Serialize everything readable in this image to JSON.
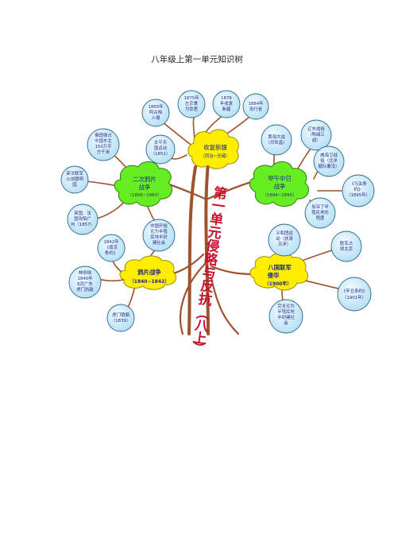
{
  "page": {
    "title": "八年级上第一单元知识树"
  },
  "trunk": {
    "title_chars": [
      "第",
      "一",
      "单",
      "元",
      "侵",
      "略",
      "与",
      "反",
      "抗",
      "（",
      "八",
      "上",
      "）"
    ]
  },
  "colors": {
    "branch": "#a0522d",
    "node_fill": "#c8e8f8",
    "node_stroke": "#2a6a8a",
    "green": "#66ee22",
    "yellow": "#ffee00",
    "trunk_text": "#c8102e"
  },
  "events": {
    "second_opium_war": {
      "lines": [
        "二次鸦片",
        "战争"
      ],
      "date": "（1856~1860）"
    },
    "xinjiang": {
      "lines": [
        "收复新疆"
      ],
      "date": "（同治~光绪）"
    },
    "sino_japanese_war": {
      "lines": [
        "甲午中日",
        "战争"
      ],
      "date": "（1894~1895）"
    },
    "opium_war": {
      "lines": [
        "鸦片战争"
      ],
      "date": "（1840~1842）"
    },
    "eight_nation": {
      "lines": [
        "八国联军",
        "侵华"
      ],
      "date": "（1900年）"
    }
  },
  "facts": {
    "burn_summer_palace": [
      "英法联军",
      "火烧圆明",
      "园"
    ],
    "russia_land": [
      "俄国侵占",
      "中国东北",
      "150万平",
      "方千米"
    ],
    "taiping": [
      "太平天",
      "国运动",
      "（1851）"
    ],
    "yakub_1865": [
      "1865年",
      "阿古柏",
      "入侵"
    ],
    "zuo_1875": [
      "1875年",
      "左宗棠",
      "为钦差"
    ],
    "recover_1876": [
      "1876",
      "年收复",
      "新疆"
    ],
    "province_1884": [
      "1884年",
      "设行省"
    ],
    "yellow_sea": [
      "黄海大战",
      "（邓世昌）"
    ],
    "liaodong": [
      "辽东战役",
      "（鸭绿江",
      "战）"
    ],
    "weihai": [
      "威海卫战",
      "役（北洋",
      "舰队覆没）"
    ],
    "shimonoseki": [
      "《马关条",
      "约》",
      "（1895年）"
    ],
    "deepened": [
      "加深了半",
      "殖民地化",
      "程度"
    ],
    "boxer": [
      "义和团运",
      "动（扶清",
      "灭洋）"
    ],
    "beijing": [
      "联军占",
      "领北京"
    ],
    "xinchou": [
      "《辛丑条约》",
      "（1901年）"
    ],
    "canton": [
      "英国、法",
      "国攻陷广",
      "州（1857）"
    ],
    "nanjing": [
      "1842年",
      "《南京",
      "条约》"
    ],
    "semi_colonial_1": [
      "中国开始",
      "沦为半殖",
      "民地半封",
      "建社会"
    ],
    "linzexu": [
      "林则徐",
      "1840年",
      "6月广东",
      "虎门抗敌"
    ],
    "humen": [
      "虎门销烟",
      "（1839）"
    ],
    "semi_colonial_2": [
      "完全沦为",
      "半殖民地",
      "半封建社",
      "会"
    ]
  }
}
